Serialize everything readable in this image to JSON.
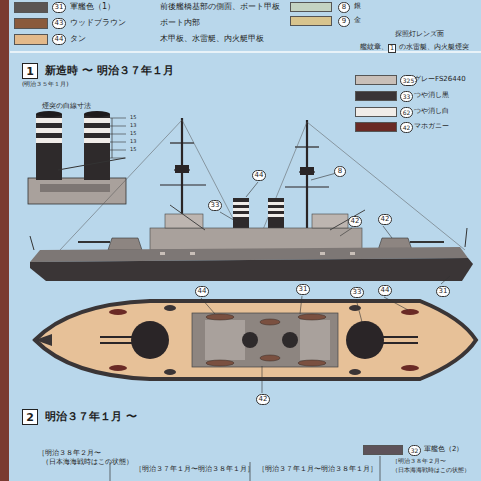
{
  "diagram": {
    "nodes": [
      {
        "text": [
          "1",
          "新造時 〜 明治３７年１月"
        ]
      },
      {
        "text": [
          "2",
          "明治３７年１月 〜"
        ]
      }
    ],
    "labels": [
      "31",
      "前後艦橋基部の側面、ボート甲板",
      "43",
      "ボート内部",
      "44",
      "木甲板、水雷艇、内火艇甲板",
      "8",
      "9",
      "探照灯レンズ面",
      "艦紋章、",
      "1",
      "の水雷艇、内火艇煙突",
      "(明治３５年１月)",
      "煙突の白線寸法",
      "15",
      "13",
      "15",
      "13",
      "15",
      "325",
      "33",
      "62",
      "42",
      "44",
      "8",
      "33",
      "42",
      "42",
      "31",
      "44",
      "31",
      "33",
      "44",
      "42",
      "32",
      "［明治３８年２月〜",
      "（日本海海戦時はこの状態）",
      "［明治３７年１月〜明治３８年１月］",
      "［明治３７年１月〜明治３８年１月］",
      "［明治３８年２月〜",
      "（日本海海戦時はこの状態）"
    ],
    "legend": [
      {
        "text": "軍艦色（1）",
        "color": "#5b5553"
      },
      {
        "text": "ウッドブラウン",
        "color": "#8a5a3c"
      },
      {
        "text": "タン",
        "color": "#e3b98a"
      },
      {
        "text": "銀",
        "color": "#c4d3c2"
      },
      {
        "text": "金",
        "color": "#d8c48e"
      },
      {
        "text": "グレーFS26440",
        "color": "#c9bfb8"
      },
      {
        "text": "つや消し黒",
        "color": "#3a3436"
      },
      {
        "text": "つや消し白",
        "color": "#f1ede9"
      },
      {
        "text": "マホガニー",
        "color": "#6a2a25"
      },
      {
        "text": "軍艦色（2）",
        "color": "#5d5259"
      }
    ]
  }
}
